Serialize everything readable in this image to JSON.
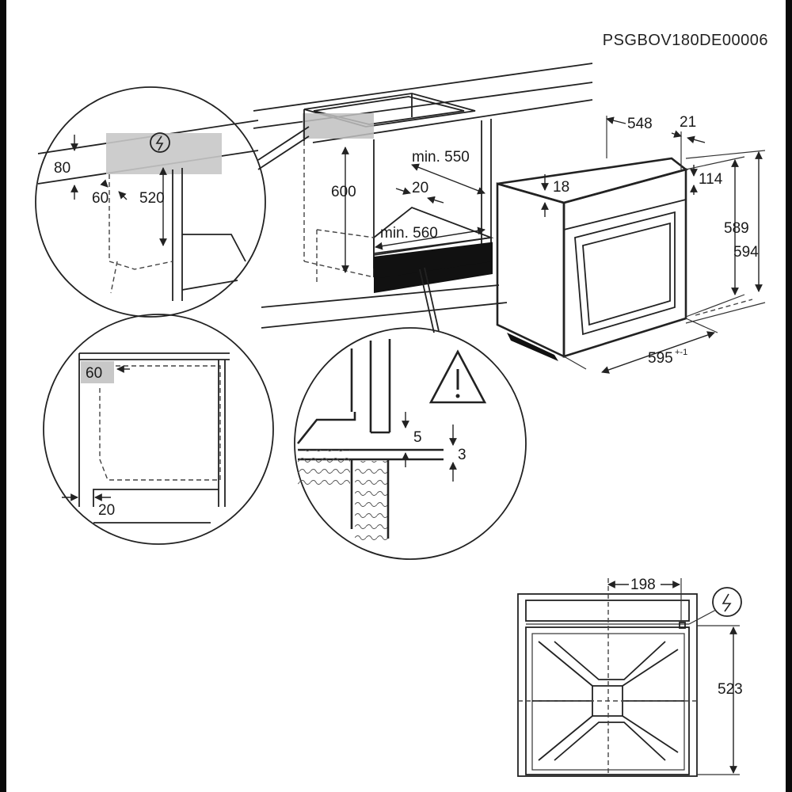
{
  "header": {
    "document_code": "PSGBOV180DE00006"
  },
  "zoom_top_left": {
    "height_80": "80",
    "depth_60": "60",
    "height_520": "520"
  },
  "cabinet": {
    "height_600": "600",
    "min_depth": "min. 550",
    "gap_20": "20",
    "min_width": "min. 560"
  },
  "oven": {
    "depth_548": "548",
    "front_21": "21",
    "offset_18": "18",
    "offset_114": "114",
    "height_589": "589",
    "height_594": "594",
    "width": "595",
    "width_tolerance": "+-1"
  },
  "zoom_bottom_left": {
    "depth_60": "60",
    "gap_20": "20"
  },
  "zoom_bottom_mid": {
    "gap_5": "5",
    "gap_3": "3"
  },
  "rear_view": {
    "offset_198": "198",
    "height_523": "523"
  }
}
